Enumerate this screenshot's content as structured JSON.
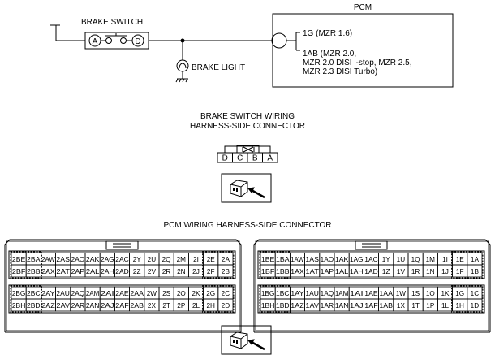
{
  "circuit": {
    "brake_switch_title": "BRAKE SWITCH",
    "pcm_title": "PCM",
    "pin_a": "A",
    "pin_d": "D",
    "brake_light_label": "BRAKE LIGHT",
    "pcm_lines": [
      "1G (MZR 1.6)",
      "1AB (MZR 2.0,",
      "MZR 2.0 DISI i-stop, MZR 2.5,",
      "MZR 2.3 DISI Turbo)"
    ]
  },
  "switch_connector": {
    "title_lines": [
      "BRAKE SWITCH WIRING",
      "HARNESS-SIDE CONNECTOR"
    ],
    "pins": [
      "D",
      "C",
      "B",
      "A"
    ]
  },
  "pcm_connector": {
    "title": "PCM WIRING HARNESS-SIDE CONNECTOR",
    "left_rows": [
      [
        "2BE",
        "2BA",
        "2AW",
        "2AS",
        "2AO",
        "2AK",
        "2AG",
        "2AC",
        "2Y",
        "2U",
        "2Q",
        "2M",
        "2I",
        "2E",
        "2A"
      ],
      [
        "2BF",
        "2BB",
        "2AX",
        "2AT",
        "2AP",
        "2AL",
        "2AH",
        "2AD",
        "2Z",
        "2V",
        "2R",
        "2N",
        "2J",
        "2F",
        "2B"
      ],
      [
        "2BG",
        "2BC",
        "2AY",
        "2AU",
        "2AQ",
        "2AM",
        "2AI",
        "2AE",
        "2AA",
        "2W",
        "2S",
        "2O",
        "2K",
        "2G",
        "2C"
      ],
      [
        "2BH",
        "2BD",
        "2AZ",
        "2AV",
        "2AR",
        "2AN",
        "2AJ",
        "2AF",
        "2AB",
        "2X",
        "2T",
        "2P",
        "2L",
        "2H",
        "2D"
      ]
    ],
    "right_rows": [
      [
        "1BE",
        "1BA",
        "1AW",
        "1AS",
        "1AO",
        "1AK",
        "1AG",
        "1AC",
        "1Y",
        "1U",
        "1Q",
        "1M",
        "1I",
        "1E",
        "1A"
      ],
      [
        "1BF",
        "1BB",
        "1AX",
        "1AT",
        "1AP",
        "1AL",
        "1AH",
        "1AD",
        "1Z",
        "1V",
        "1R",
        "1N",
        "1J",
        "1F",
        "1B"
      ],
      [
        "1BG",
        "1BC",
        "1AY",
        "1AU",
        "1AQ",
        "1AM",
        "1AI",
        "1AE",
        "1AA",
        "1W",
        "1S",
        "1O",
        "1K",
        "1G",
        "1C"
      ],
      [
        "1BH",
        "1BD",
        "1AZ",
        "1AV",
        "1AR",
        "1AN",
        "1AJ",
        "1AF",
        "1AB",
        "1X",
        "1T",
        "1P",
        "1L",
        "1H",
        "1D"
      ]
    ]
  }
}
